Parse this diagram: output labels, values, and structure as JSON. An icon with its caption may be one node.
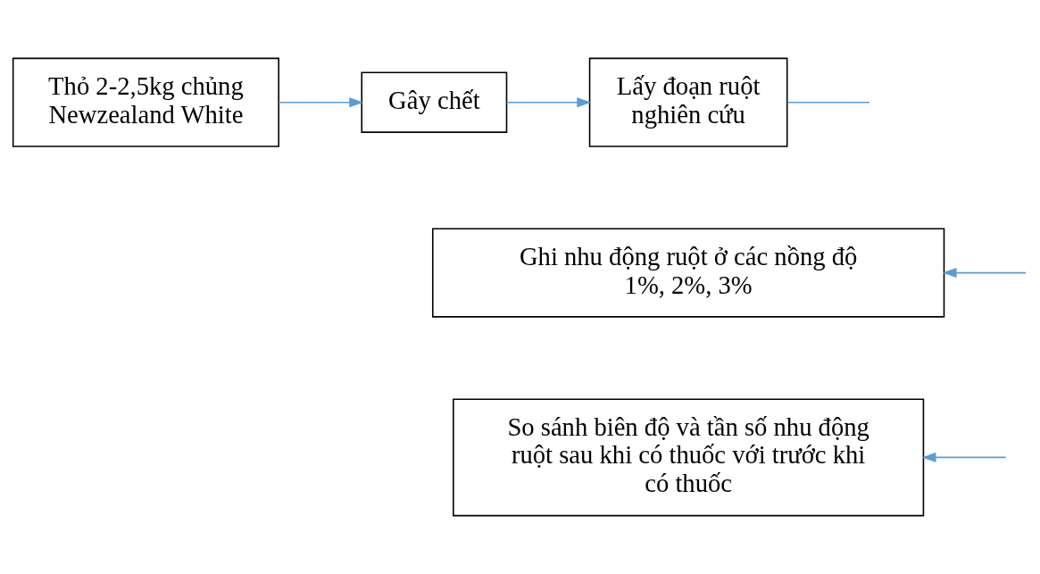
{
  "diagram": {
    "nodes": [
      {
        "text": [
          "Thỏ 2-2,5kg chủng Newzealand White"
        ]
      },
      {
        "text": [
          "Gây chết"
        ]
      },
      {
        "text": [
          "Lấy đoạn ruột nghiên cứu"
        ]
      },
      {
        "text": [
          "Ghi nhu động ruột ở các nồng độ 1%, 2%, 3%"
        ]
      },
      {
        "text": [
          "So sánh biên độ và tần số nhu động ruột sau khi có thuốc với trước khi có thuốc"
        ]
      }
    ],
    "edges": [
      {
        "from": 0,
        "to": 1,
        "arrow": "to"
      },
      {
        "from": 1,
        "to": 2,
        "arrow": "to"
      },
      {
        "from": 2,
        "to": null,
        "arrow": "none"
      },
      {
        "from": null,
        "to": 3,
        "arrow": "to"
      },
      {
        "from": null,
        "to": 4,
        "arrow": "to"
      }
    ]
  }
}
